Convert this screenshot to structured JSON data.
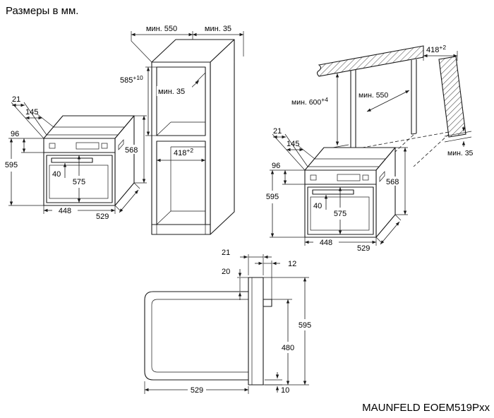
{
  "title": "Размеры в мм.",
  "model": "MAUNFELD EOEM519Pxx",
  "units_note": "мм",
  "oven": {
    "flange": "21",
    "panel_depth": "145",
    "panel_height": "96",
    "total_height": "595",
    "handle_offset": "40",
    "door_height": "575",
    "front_width": "448",
    "depth": "529",
    "body_height": "568"
  },
  "column_cabinet": {
    "min_depth": "мин. 550",
    "min_top_gap": "мин. 35",
    "niche_height": "585",
    "niche_height_tol": "+10",
    "min_back_gap": "мин. 35",
    "niche_width": "418",
    "niche_width_tol": "+2"
  },
  "base_cabinet": {
    "niche_width": "418",
    "niche_width_tol": "+2",
    "min_niche_height": "мин. 600",
    "min_niche_height_tol": "+4",
    "min_depth": "мин. 550",
    "min_back_gap": "мин. 35"
  },
  "side_view": {
    "door_thickness": "21",
    "top_clearance": "20",
    "front_offset": "12",
    "total_height": "595",
    "lower_height": "480",
    "body_depth": "529",
    "bottom_clearance": "10"
  }
}
